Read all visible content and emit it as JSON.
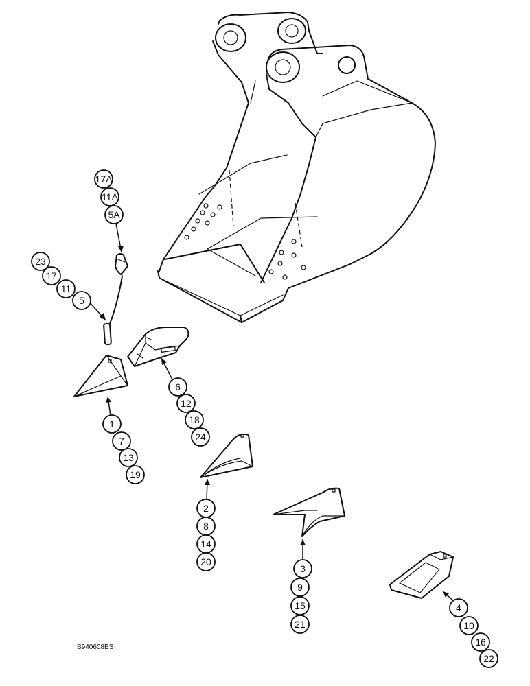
{
  "drawing_id": "B940608BS",
  "callout_groups": [
    {
      "group": "pin-retainer-upper",
      "labels": [
        "17A",
        "11A",
        "5A"
      ]
    },
    {
      "group": "pin-retainer-lower",
      "labels": [
        "23",
        "17",
        "11",
        "5"
      ]
    },
    {
      "group": "adapter",
      "labels": [
        "6",
        "12",
        "18",
        "24"
      ]
    },
    {
      "group": "tooth-wedge",
      "labels": [
        "1",
        "7",
        "13",
        "19"
      ]
    },
    {
      "group": "tooth-standard",
      "labels": [
        "2",
        "8",
        "14",
        "20"
      ]
    },
    {
      "group": "tooth-twin",
      "labels": [
        "3",
        "9",
        "15",
        "21"
      ]
    },
    {
      "group": "tooth-flare",
      "labels": [
        "4",
        "10",
        "16",
        "22"
      ]
    }
  ]
}
